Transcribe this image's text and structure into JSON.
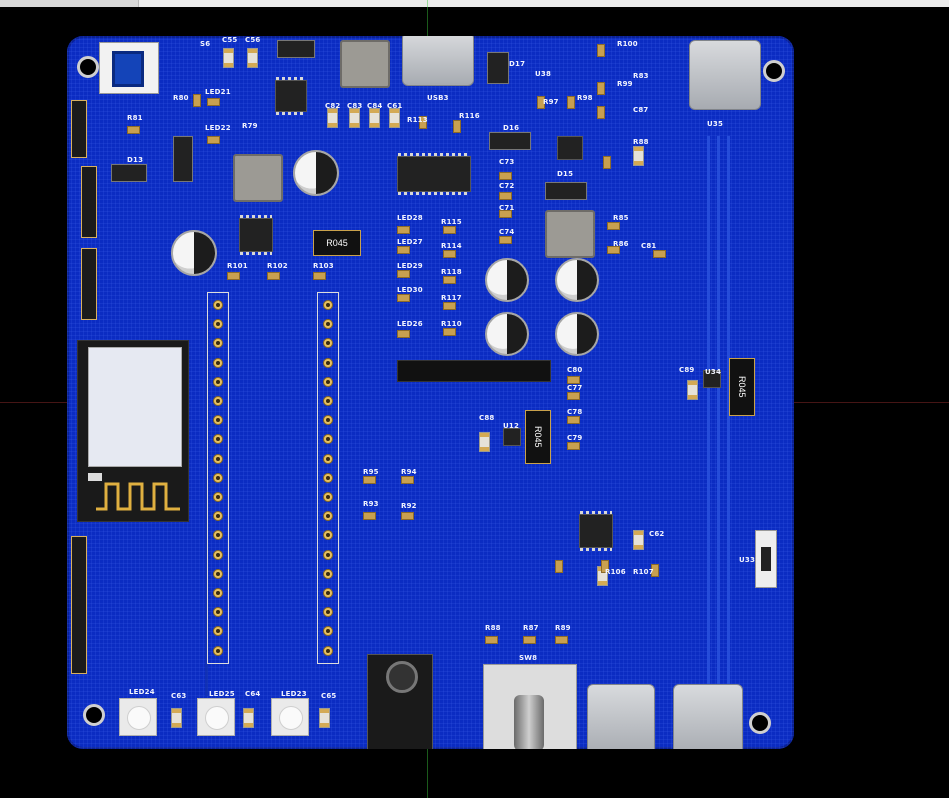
{
  "silk": {
    "c55": "C55",
    "c56": "C56",
    "s6": "S6",
    "r80": "R80",
    "led21": "LED21",
    "led22": "LED22",
    "r79": "R79",
    "r81": "R81",
    "d13": "D13",
    "c82": "C82",
    "c83": "C83",
    "c84": "C84",
    "c61": "C61",
    "r113": "R113",
    "r116": "R116",
    "usb3": "USB3",
    "d17": "D17",
    "u38": "U38",
    "r100": "R100",
    "r99": "R99",
    "r98": "R98",
    "r97": "R97",
    "r83": "R83",
    "c87": "C87",
    "r88": "R88",
    "d16": "D16",
    "d15": "D15",
    "u35": "U35",
    "c73": "C73",
    "c72": "C72",
    "c71": "C71",
    "c74": "C74",
    "r115": "R115",
    "r114": "R114",
    "r118": "R118",
    "r117": "R117",
    "r110": "R110",
    "led28": "LED28",
    "led27": "LED27",
    "led29": "LED29",
    "led30": "LED30",
    "led26": "LED26",
    "r045a": "R045",
    "r101": "R101",
    "r102": "R102",
    "r103": "R103",
    "r85": "R85",
    "r86": "R86",
    "c81": "C81",
    "c80": "C80",
    "c77": "C77",
    "c78": "C78",
    "c79": "C79",
    "c88": "C88",
    "u12": "U12",
    "r045b": "R045",
    "c89": "C89",
    "u34": "U34",
    "r045c": "R045",
    "r95": "R95",
    "r94": "R94",
    "r93": "R93",
    "r92": "R92",
    "u33": "U33",
    "c62": "C62",
    "r88b": "R88",
    "r87": "R87",
    "r89": "R89",
    "sw8": "SW8",
    "led24": "LED24",
    "c63": "C63",
    "led25": "LED25",
    "c64": "C64",
    "led23": "LED23",
    "c65": "C65",
    "r107": "R107",
    "r106": "R106"
  },
  "colors": {
    "board": "#0b2cc2",
    "silk": "#f2f4ff",
    "pad": "#c8a050",
    "outside": "#000000"
  },
  "icons": {
    "mount": "mount-hole-icon",
    "usb": "usb-c-icon",
    "switch": "toggle-switch-icon",
    "jack": "dc-jack-icon"
  }
}
